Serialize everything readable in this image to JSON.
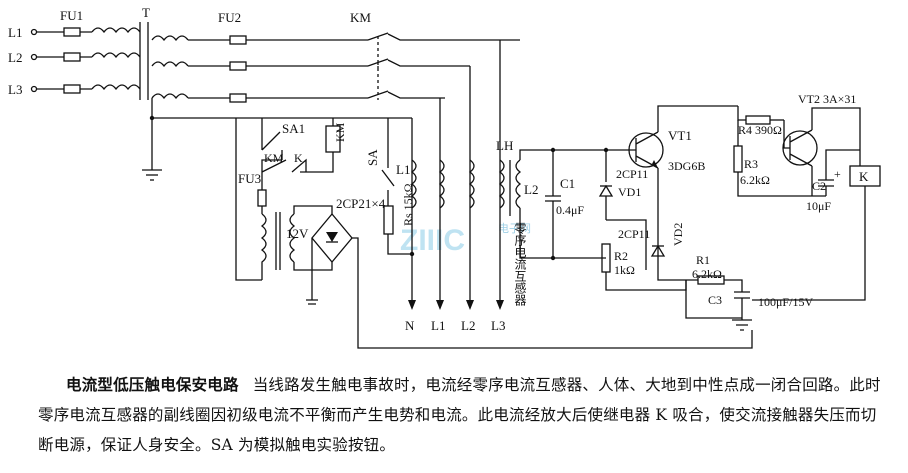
{
  "inputs": [
    "L1",
    "L2",
    "L3"
  ],
  "labels": {
    "fu1": "FU1",
    "t": "T",
    "fu2": "FU2",
    "km_top": "KM",
    "sa1": "SA1",
    "km_coil": "KM",
    "km_contact": "KM",
    "k_contact": "K",
    "fu3": "FU3",
    "v12": "12V",
    "bridge": "2CP21×4",
    "sa": "SA",
    "l1": "L1",
    "rs": "Rs 15kΩ",
    "lh": "LH",
    "l2": "L2",
    "c1": "C1",
    "c1v": "0.4μF",
    "d1a": "2CP11",
    "d1b": "VD1",
    "vt1": "VT1",
    "vt1t": "3DG6B",
    "d2a": "2CP11",
    "d2b": "VD2",
    "r2": "R2",
    "r2v": "1kΩ",
    "r1": "R1",
    "r1v": "6.2kΩ",
    "c3": "C3",
    "c3v": "100μF/15V",
    "r4": "R4 390Ω",
    "r3": "R3",
    "r3v": "6.2kΩ",
    "vt2": "VT2 3A×31",
    "c2": "C2",
    "c2v": "10μF",
    "k": "K",
    "ct": "零序电流互感器"
  },
  "outputs": [
    "N",
    "L1",
    "L2",
    "L3"
  ],
  "watermark": {
    "main": "ZIIIC",
    "sub": "电子网"
  },
  "caption": {
    "title": "电流型低压触电保安电路",
    "body": "当线路发生触电事故时，电流经零序电流互感器、人体、大地到中性点成一闭合回路。此时零序电流互感器的副线圈因初级电流不平衡而产生电势和电流。此电流经放大后使继电器 K 吸合，使交流接触器失压而切断电源，保证人身安全。SA 为模拟触电实验按钮。"
  }
}
